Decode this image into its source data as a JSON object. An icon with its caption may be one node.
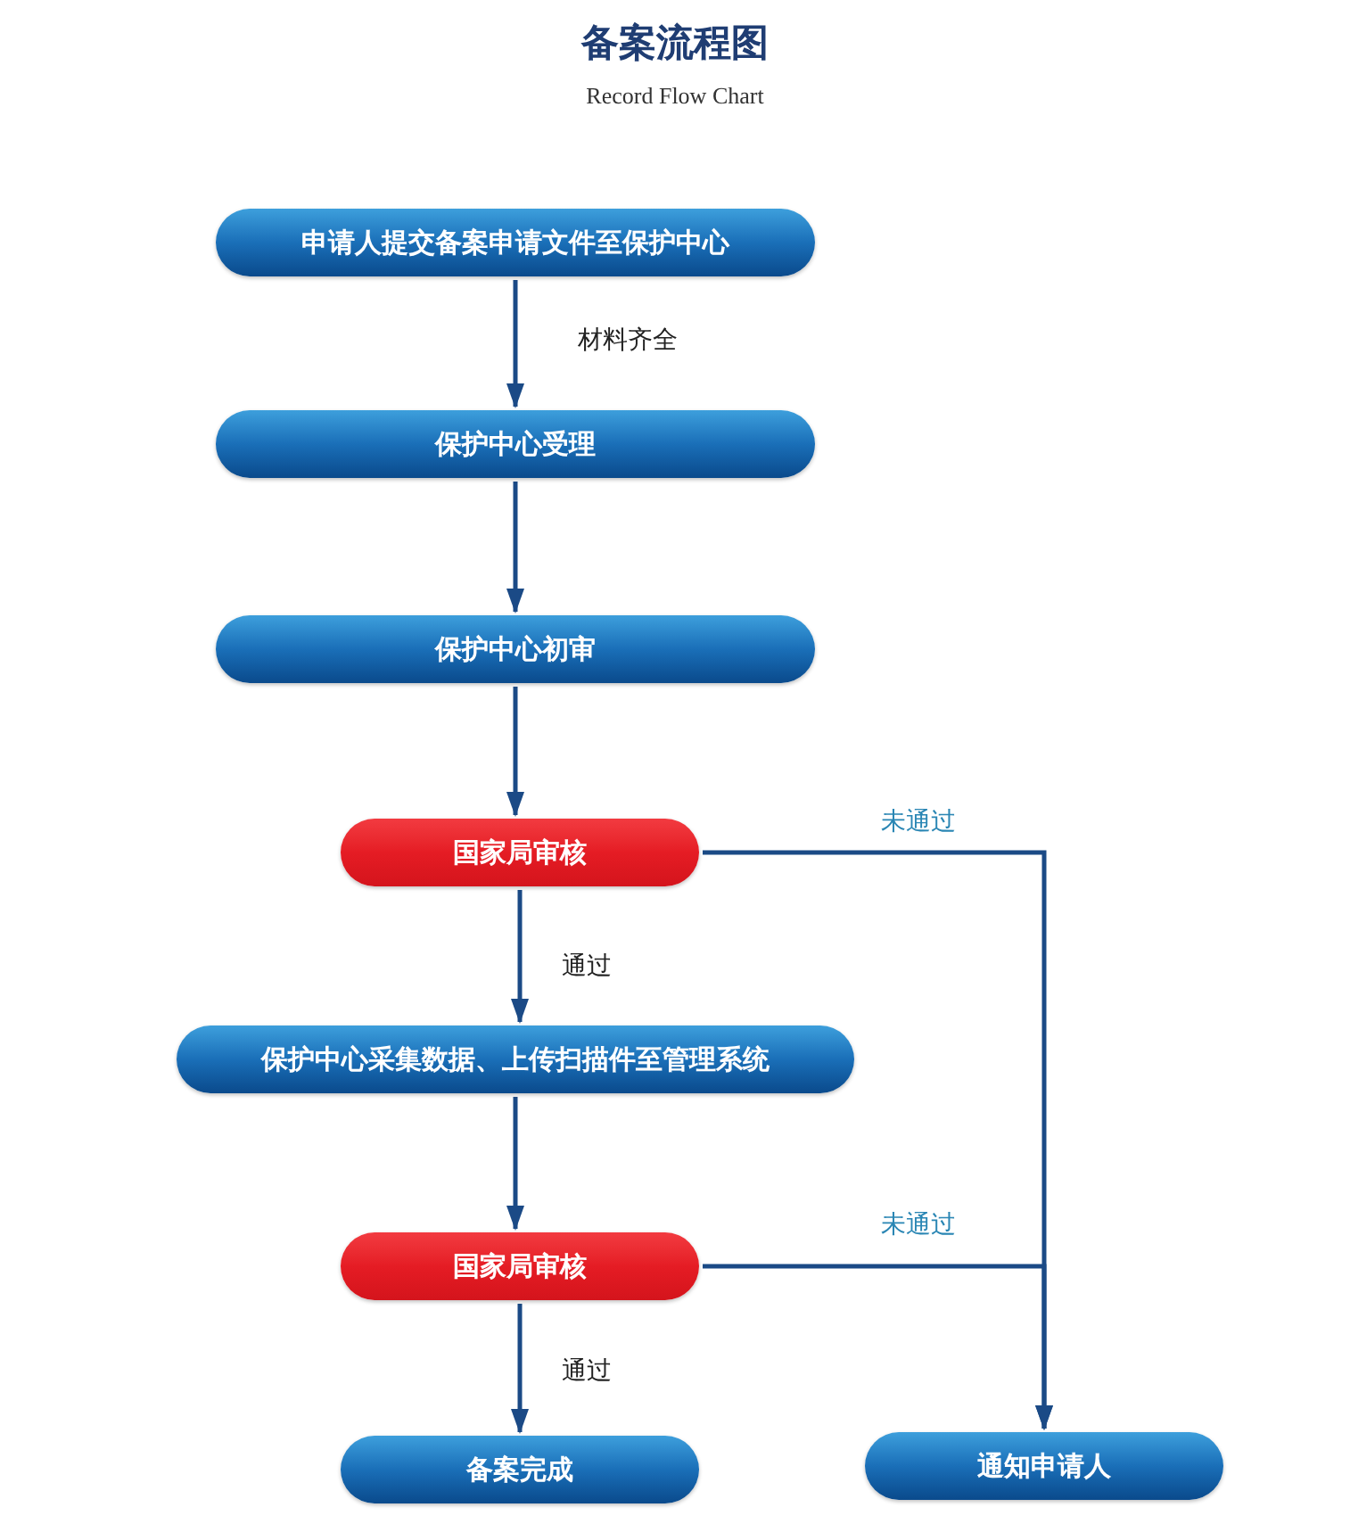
{
  "diagram": {
    "title": "备案流程图",
    "nodes": [
      {
        "text": [
          "申请人提交备案申请文件至保护中心"
        ]
      },
      {
        "text": [
          "保护中心受理"
        ]
      },
      {
        "text": [
          "保护中心初审"
        ]
      },
      {
        "text": [
          "国家局审核"
        ]
      },
      {
        "text": [
          "保护中心采集数据、上传扫描件至管理系统"
        ]
      },
      {
        "text": [
          "国家局审核"
        ]
      },
      {
        "text": [
          "备案完成"
        ]
      },
      {
        "text": [
          "通知申请人"
        ]
      }
    ],
    "edges": [
      {
        "from": 0,
        "to": 1,
        "arrow": "to",
        "label": "材料齐全"
      },
      {
        "from": 1,
        "to": 2,
        "arrow": "to"
      },
      {
        "from": 2,
        "to": 3,
        "arrow": "to"
      },
      {
        "from": 3,
        "to": 4,
        "arrow": "to",
        "label": "通过"
      },
      {
        "from": 4,
        "to": 5,
        "arrow": "to"
      },
      {
        "from": 5,
        "to": 6,
        "arrow": "to",
        "label": "通过"
      },
      {
        "from": 3,
        "to": 7,
        "arrow": "to",
        "label": "未通过"
      },
      {
        "from": 5,
        "to": 7,
        "arrow": "to",
        "label": "未通过"
      }
    ],
    "labels": [
      "Record Flow Chart"
    ]
  }
}
